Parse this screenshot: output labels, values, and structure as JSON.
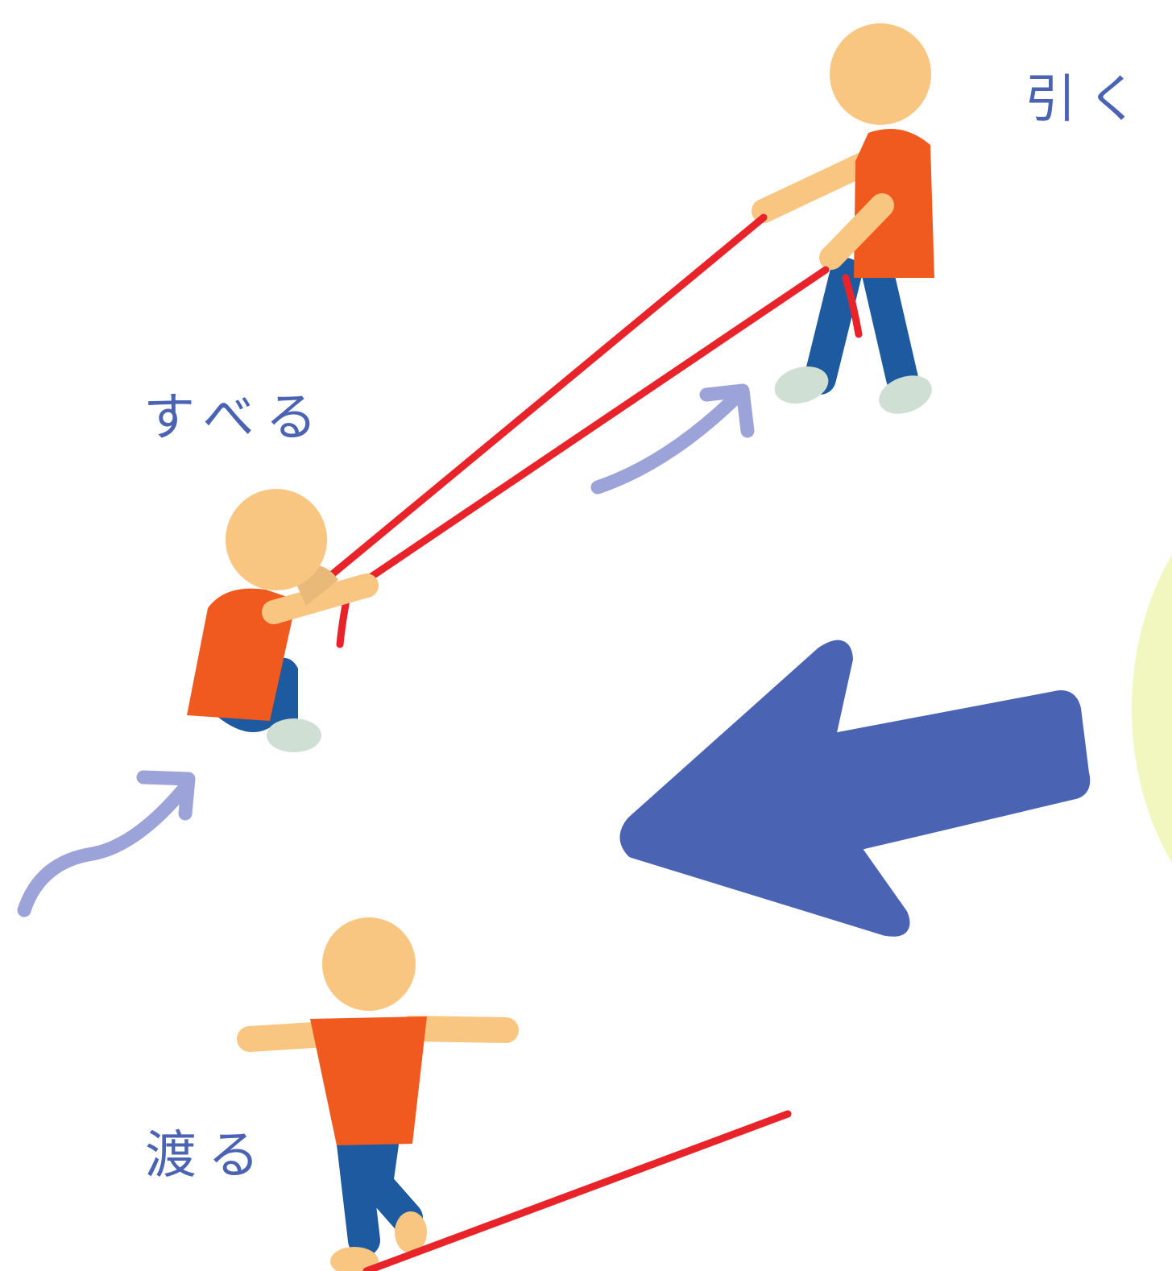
{
  "labels": {
    "pull": "引く",
    "slide": "すべる",
    "cross": "渡る"
  },
  "colors": {
    "skin": "#f9c682",
    "shirt": "#f05a1e",
    "pants": "#1e5aa0",
    "shoes": "#cfdfd4",
    "rope": "#e8232a",
    "big_arrow": "#4a63b3",
    "small_arrow": "#9ca3d9",
    "text": "#4a63b3",
    "backdrop": "#f2f7c0"
  },
  "icons": {
    "big_arrow": "arrow-left-icon",
    "small_arrow": "curved-arrow-icon"
  }
}
